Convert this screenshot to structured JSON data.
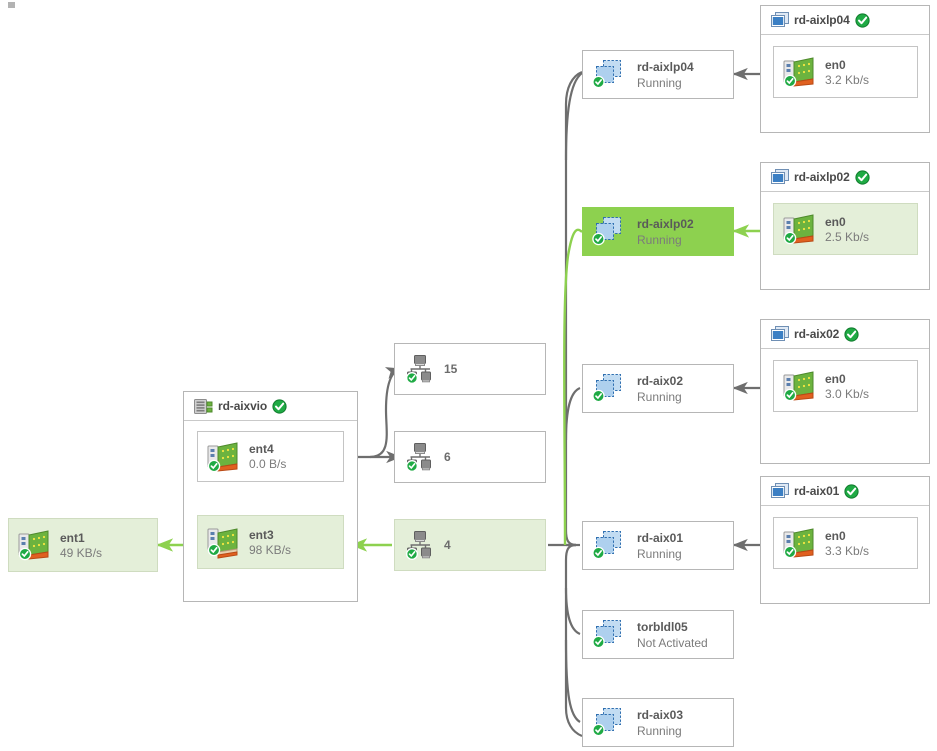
{
  "diagram": {
    "type": "network-topology",
    "title_visible": false
  },
  "vio_server": {
    "name": "rd-aixvio",
    "status_icon": "green-check-icon",
    "node_icon": "server-icon",
    "adapters": [
      {
        "name": "ent4",
        "rate": "0.0 B/s",
        "icon": "network-adapter-icon",
        "status_icon": "green-check-icon",
        "highlighted": false
      },
      {
        "name": "ent3",
        "rate": "98 KB/s",
        "icon": "shared-ethernet-adapter-icon",
        "status_icon": "green-check-icon",
        "highlighted": true
      }
    ]
  },
  "external_adapter": {
    "name": "ent1",
    "rate": "49 KB/s",
    "icon": "network-adapter-icon",
    "status_icon": "green-check-icon",
    "highlighted": true
  },
  "vlans": [
    {
      "id": "15",
      "icon": "vlan-icon",
      "status_icon": "green-check-icon",
      "highlighted": false
    },
    {
      "id": "6",
      "icon": "vlan-icon",
      "status_icon": "green-check-icon",
      "highlighted": false
    },
    {
      "id": "4",
      "icon": "vlan-icon",
      "status_icon": "green-check-icon",
      "highlighted": true
    }
  ],
  "lpars": [
    {
      "name": "rd-aixlp04",
      "state": "Running",
      "icon": "lpar-icon",
      "status_icon": "green-check-icon",
      "selected": false
    },
    {
      "name": "rd-aixlp02",
      "state": "Running",
      "icon": "lpar-icon",
      "status_icon": "green-check-icon",
      "selected": true
    },
    {
      "name": "rd-aix02",
      "state": "Running",
      "icon": "lpar-icon",
      "status_icon": "green-check-icon",
      "selected": false
    },
    {
      "name": "rd-aix01",
      "state": "Running",
      "icon": "lpar-icon",
      "status_icon": "green-check-icon",
      "selected": false
    },
    {
      "name": "torbldl05",
      "state": "Not Activated",
      "icon": "lpar-icon",
      "status_icon": "green-check-icon",
      "selected": false
    },
    {
      "name": "rd-aix03",
      "state": "Running",
      "icon": "lpar-icon",
      "status_icon": "green-check-icon",
      "selected": false
    }
  ],
  "client_panels": [
    {
      "name": "rd-aixlp04",
      "status_icon": "green-check-icon",
      "node_icon": "partition-window-icon",
      "adapter": {
        "name": "en0",
        "rate": "3.2 Kb/s",
        "icon": "network-adapter-icon",
        "status_icon": "green-check-icon",
        "highlighted": false
      }
    },
    {
      "name": "rd-aixlp02",
      "status_icon": "green-check-icon",
      "node_icon": "partition-window-icon",
      "adapter": {
        "name": "en0",
        "rate": "2.5 Kb/s",
        "icon": "network-adapter-icon",
        "status_icon": "green-check-icon",
        "highlighted": true
      }
    },
    {
      "name": "rd-aix02",
      "status_icon": "green-check-icon",
      "node_icon": "partition-window-icon",
      "adapter": {
        "name": "en0",
        "rate": "3.0 Kb/s",
        "icon": "network-adapter-icon",
        "status_icon": "green-check-icon",
        "highlighted": false
      }
    },
    {
      "name": "rd-aix01",
      "status_icon": "green-check-icon",
      "node_icon": "partition-window-icon",
      "adapter": {
        "name": "en0",
        "rate": "3.3 Kb/s",
        "icon": "network-adapter-icon",
        "status_icon": "green-check-icon",
        "highlighted": false
      }
    }
  ],
  "colors": {
    "selection_strong": "#8DD14F",
    "selection_light": "#E4EFD9",
    "edge_gray": "#6e6e6e",
    "edge_green": "#8DD14F",
    "border": "#b6b6b6",
    "text_dark": "#5a5a5a",
    "text_muted": "#7b7b7b"
  }
}
